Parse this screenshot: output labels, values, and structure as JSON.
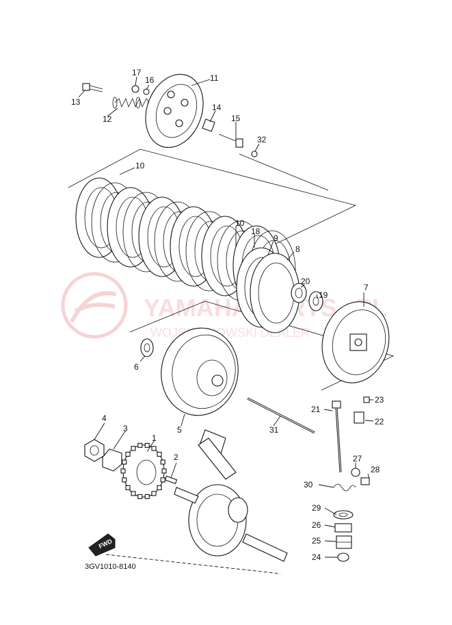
{
  "watermark": {
    "brand": "YAMAHA PARTS",
    "site": "PL",
    "dealer": "WOJCIECHOWSKI DEALER"
  },
  "document_id": "3GV1010-8140",
  "direction_badge": "FWD",
  "callouts": [
    "1",
    "2",
    "3",
    "4",
    "5",
    "6",
    "7",
    "8",
    "9",
    "10",
    "10",
    "11",
    "12",
    "13",
    "14",
    "15",
    "16",
    "17",
    "18",
    "19",
    "20",
    "21",
    "22",
    "23",
    "24",
    "25",
    "26",
    "27",
    "28",
    "29",
    "30",
    "31",
    "32"
  ],
  "accent_color": "#e05a5a"
}
